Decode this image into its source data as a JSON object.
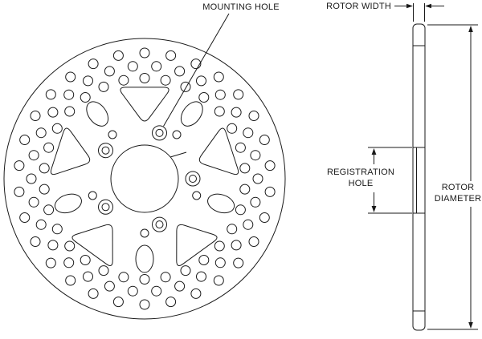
{
  "colors": {
    "line": "#1a1a1a",
    "background": "#ffffff"
  },
  "face_view": {
    "mounting_hole_label": "MOUNTING HOLE"
  },
  "side_view": {
    "rotor_width_label": "ROTOR WIDTH",
    "registration_hole_label_line1": "REGISTRATION",
    "registration_hole_label_line2": "HOLE",
    "rotor_diameter_label_line1": "ROTOR",
    "rotor_diameter_label_line2": "DIAMETER"
  }
}
